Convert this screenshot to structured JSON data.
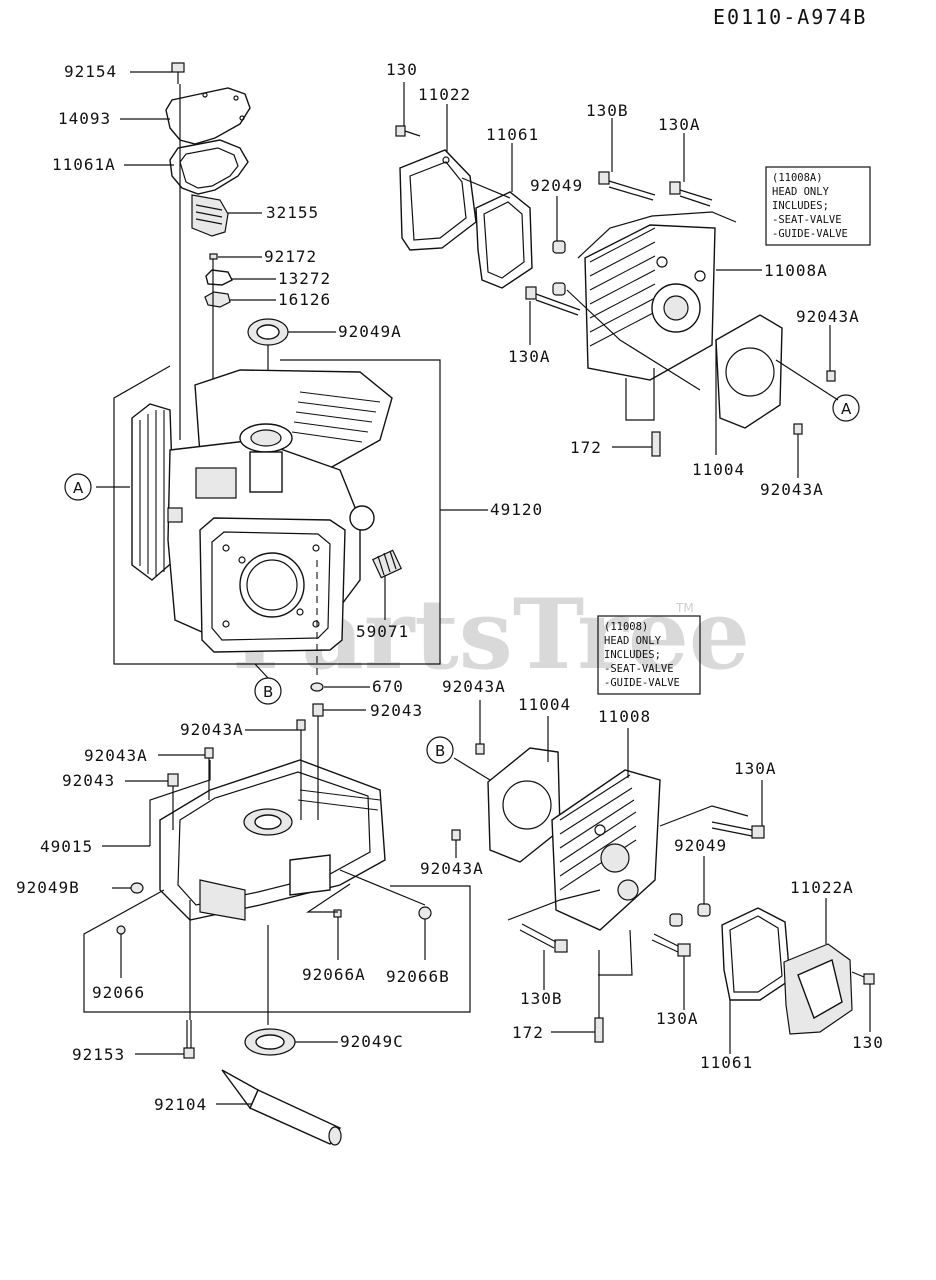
{
  "diagram_code": "E0110-A974B",
  "watermark": "PartsTree",
  "trademark": "TM",
  "notes": {
    "head_a": [
      "(11008A)",
      "HEAD ONLY",
      "INCLUDES;",
      "-SEAT-VALVE",
      "-GUIDE-VALVE"
    ],
    "head": [
      "(11008)",
      "HEAD ONLY",
      "INCLUDES;",
      "-SEAT-VALVE",
      "-GUIDE-VALVE"
    ]
  },
  "refs": {
    "A_left": "A",
    "A_right": "A",
    "B_left": "B",
    "B_right": "B"
  },
  "labels": {
    "p92154": "92154",
    "p14093": "14093",
    "p11061A": "11061A",
    "p32155": "32155",
    "p92172": "92172",
    "p13272": "13272",
    "p16126": "16126",
    "p92049A": "92049A",
    "p49120": "49120",
    "p59071": "59071",
    "p670": "670",
    "p130_top": "130",
    "p11022": "11022",
    "p11061_top": "11061",
    "p130B_top": "130B",
    "p130A_top": "130A",
    "p92049_top": "92049",
    "p11008A": "11008A",
    "p92043A_r1": "92043A",
    "p130A_mid": "130A",
    "p172_top": "172",
    "p11004_top": "11004",
    "p92043A_r2": "92043A",
    "p92043A_c1": "92043A",
    "p11004_bot": "11004",
    "p11008": "11008",
    "p92043A_l1": "92043A",
    "p92043_l1": "92043",
    "p92043A_l2": "92043A",
    "p92043_l2": "92043",
    "p49015": "49015",
    "p92049B": "92049B",
    "p92066": "92066",
    "p92066A": "92066A",
    "p92066B": "92066B",
    "p92153": "92153",
    "p92049C": "92049C",
    "p92104": "92104",
    "p130A_r": "130A",
    "p92049_r": "92049",
    "p92043A_c2": "92043A",
    "p11022A": "11022A",
    "p130B_bot": "130B",
    "p130A_bot": "130A",
    "p172_bot": "172",
    "p11061_bot": "11061",
    "p130_bot": "130"
  }
}
